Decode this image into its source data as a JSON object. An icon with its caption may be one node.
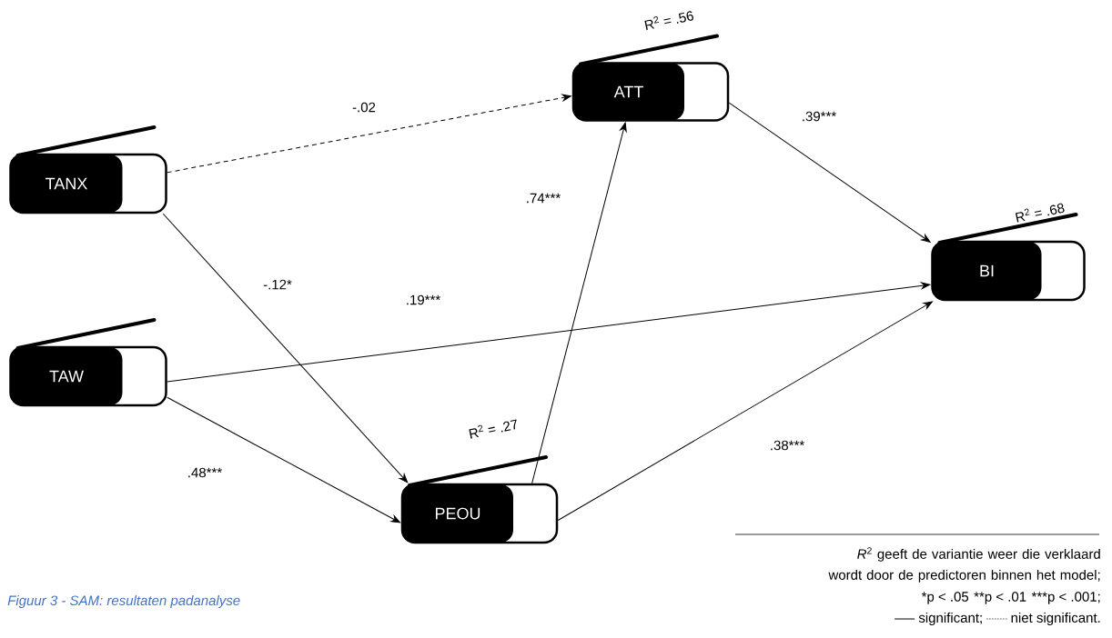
{
  "diagram": {
    "caption": "Figuur 3 - SAM: resultaten padanalyse",
    "nodes": [
      {
        "text": [
          "TANX"
        ]
      },
      {
        "text": [
          "TAW"
        ]
      },
      {
        "text": [
          "ATT"
        ],
        "beside": [
          "R$^{2}$ = .56"
        ]
      },
      {
        "text": [
          "PEOU"
        ],
        "beside": [
          "R$^{2}$ = .27"
        ]
      },
      {
        "text": [
          "BI"
        ],
        "beside": [
          "R$^{2}$ = .68"
        ]
      }
    ],
    "edges": [
      {
        "from": 0,
        "to": 2,
        "arrow": "to",
        "label": "-.02",
        "style": "dashed"
      },
      {
        "from": 0,
        "to": 3,
        "arrow": "to",
        "label": "-.12*"
      },
      {
        "from": 1,
        "to": 4,
        "arrow": "to",
        "label": ".19***"
      },
      {
        "from": 1,
        "to": 3,
        "arrow": "to",
        "label": ".48***"
      },
      {
        "from": 3,
        "to": 2,
        "arrow": "to",
        "label": ".74***"
      },
      {
        "from": 2,
        "to": 4,
        "arrow": "to",
        "label": ".39***"
      },
      {
        "from": 3,
        "to": 4,
        "arrow": "to",
        "label": ".38***"
      }
    ],
    "labels": [
      "*R*$^{2}$ geeft de variantie weer die verklaard wordt door de predictoren binnen het model;",
      "*p < .05",
      "**p < .01",
      "***p < .001;"
    ],
    "legend": [
      {
        "text": "significant;"
      },
      {
        "text": "niet significant."
      }
    ]
  }
}
